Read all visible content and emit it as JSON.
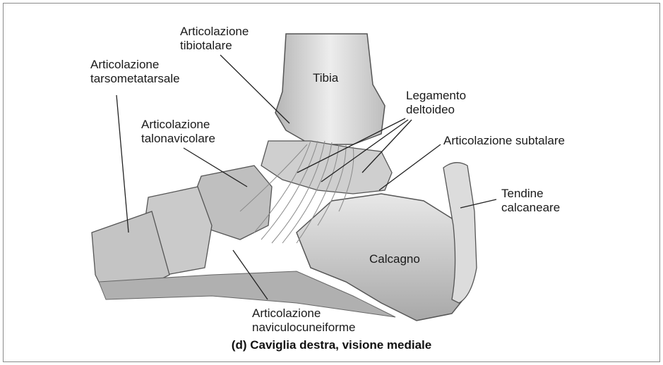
{
  "labels": {
    "tibiotalare": {
      "line1": "Articolazione",
      "line2": "tibiotalare"
    },
    "tarsometatarsale": {
      "line1": "Articolazione",
      "line2": "tarsometatarsale"
    },
    "tibia": "Tibia",
    "deltoideo": {
      "line1": "Legamento",
      "line2": "deltoideo"
    },
    "talonavicolare": {
      "line1": "Articolazione",
      "line2": "talonavicolare"
    },
    "subtalare": "Articolazione subtalare",
    "tendine": {
      "line1": "Tendine",
      "line2": "calcaneare"
    },
    "calcagno": "Calcagno",
    "naviculocuneiforme": {
      "line1": "Articolazione",
      "line2": "naviculocuneiforme"
    }
  },
  "caption": "(d) Caviglia destra, visione mediale",
  "colors": {
    "bone": "#d6d6d6",
    "bone_dark": "#8c8c8c",
    "ligament": "#f0f0f0",
    "line": "#222222"
  }
}
